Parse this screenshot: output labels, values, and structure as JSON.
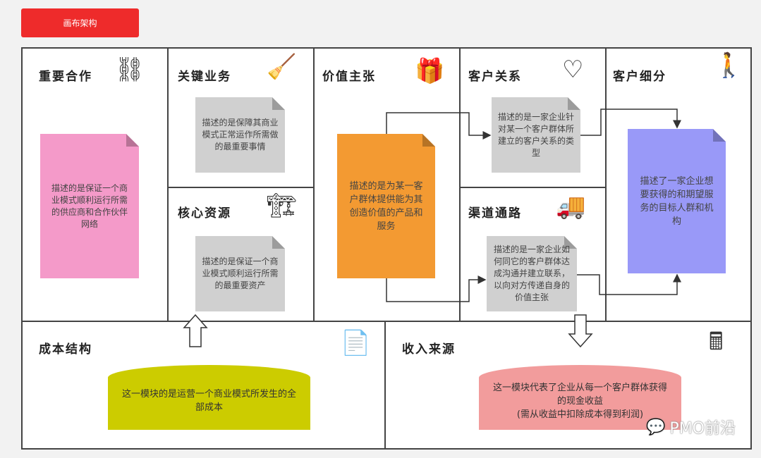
{
  "header": {
    "tag_label": "画布架构"
  },
  "blocks": {
    "key_partners": {
      "title": "重要合作",
      "note": "描述的是保证一个商业模式顺利运行所需的供应商和合作伙伴网络"
    },
    "key_activities": {
      "title": "关键业务",
      "note": "描述的是保障其商业模式正常运作所需做的最重要事情"
    },
    "key_resources": {
      "title": "核心资源",
      "note": "描述的是保证一个商业模式顺利运行所需的最重要资产"
    },
    "value_propositions": {
      "title": "价值主张",
      "note": "描述的是为某一客户群体提供能为其创造价值的产品和服务"
    },
    "customer_relationships": {
      "title": "客户关系",
      "note": "描述的是一家企业针对某一个客户群体所建立的客户关系的类型"
    },
    "channels": {
      "title": "渠道通路",
      "note": "描述的是一家企业如何同它的客户群体达成沟通并建立联系，以向对方传递自身的价值主张"
    },
    "customer_segments": {
      "title": "客户细分",
      "note": "描述了一家企业想要获得的和期望服务的目标人群和机构"
    },
    "cost_structure": {
      "title": "成本结构",
      "note": "这一模块的是运营一个商业模式所发生的全部成本"
    },
    "revenue_streams": {
      "title": "收入来源",
      "note_line1": "这一模块代表了企业从每一个客户群体获得的现金收益",
      "note_line2": "(需从收益中扣除成本得到利润)"
    }
  },
  "watermark": "PMO前沿",
  "colors": {
    "tag": "#ee2b2b",
    "pink": "#f49ac9",
    "gray": "#d0d0d0",
    "orange": "#f39a32",
    "blue": "#9999f8",
    "olive": "#cccc00",
    "salmon": "#f29c9c"
  }
}
